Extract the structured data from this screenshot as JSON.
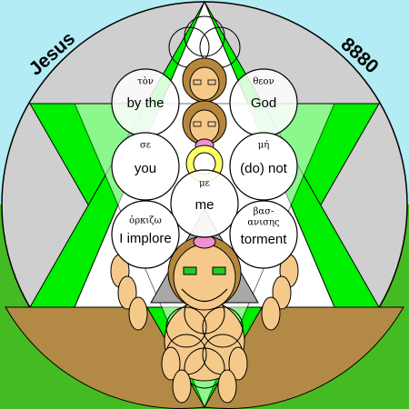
{
  "corner_labels": {
    "left": "Jesus",
    "right": "8880"
  },
  "word_circles": [
    {
      "id": "by-the",
      "greek": "τὸν",
      "english": "by the"
    },
    {
      "id": "god",
      "greek": "θεον",
      "english": "God"
    },
    {
      "id": "you",
      "greek": "σε",
      "english": "you"
    },
    {
      "id": "do-not",
      "greek": "μή",
      "english": "(do) not"
    },
    {
      "id": "me",
      "greek": "με",
      "english": "me"
    },
    {
      "id": "i-implore",
      "greek": "ὁρκιζω",
      "english": "I implore"
    },
    {
      "id": "torment",
      "greek_line1": "βασ-",
      "greek_line2": "ανισης",
      "english": "torment"
    }
  ],
  "colors": {
    "sky": "#b3ecf5",
    "grass": "#44bb22",
    "ground": "#b38a45",
    "disc": "#cfcfcf",
    "star_green": "#00ee00",
    "face": "#f5c98a",
    "face_brown": "#b5873c",
    "halo": "#ffff66",
    "pink": "#f090d0",
    "eye_green": "#22cc22",
    "mouth_dark": "#444444"
  }
}
